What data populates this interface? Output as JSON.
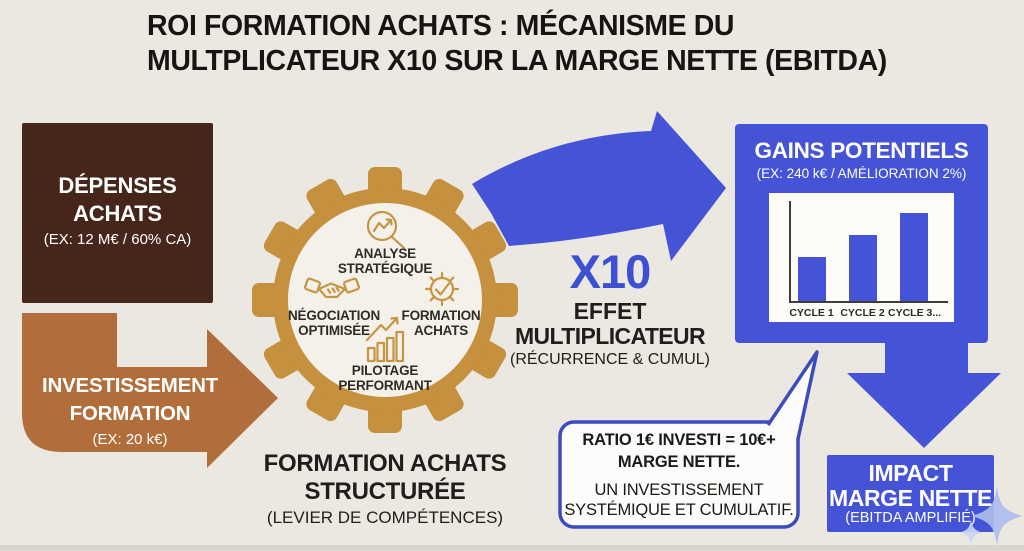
{
  "title": {
    "line1": "ROI FORMATION ACHATS : MÉCANISME DU",
    "line2": "MULTPLICATEUR X10 SUR LA MARGE NETTE (EBITDA)"
  },
  "depenses": {
    "title1": "DÉPENSES",
    "title2": "ACHATS",
    "subtitle": "(EX: 12 M€ / 60% CA)"
  },
  "investissement": {
    "title1": "INVESTISSEMENT",
    "title2": "FORMATION",
    "subtitle": "(EX: 20 k€)"
  },
  "gear": {
    "top": {
      "line1": "ANALYSE",
      "line2": "STRATÉGIQUE"
    },
    "left": {
      "line1": "NÉGOCIATION",
      "line2": "OPTIMISÉE"
    },
    "right": {
      "line1": "FORMATION",
      "line2": "ACHATS"
    },
    "bottom": {
      "line1": "PILOTAGE",
      "line2": "PERFORMANT"
    }
  },
  "formation_caption": {
    "line1": "FORMATION ACHATS",
    "line2": "STRUCTURÉE",
    "subtitle": "(LEVIER DE COMPÉTENCES)"
  },
  "multiplier": {
    "value": "X10",
    "line1": "EFFET",
    "line2": "MULTIPLICATEUR",
    "subtitle": "(RÉCURRENCE & CUMUL)"
  },
  "gains": {
    "title": "GAINS POTENTIELS",
    "subtitle": "(EX: 240 k€ / AMÉLIORATION 2%)"
  },
  "chart_data": {
    "type": "bar",
    "title": "GAINS POTENTIELS",
    "categories": [
      "CYCLE 1",
      "CYCLE 2",
      "CYCLE 3..."
    ],
    "values": [
      45,
      67,
      90
    ],
    "xlabel": "",
    "ylabel": "",
    "ylim": [
      0,
      100
    ],
    "grid": false,
    "legend": false
  },
  "impact": {
    "title1": "IMPACT",
    "title2": "MARGE NETTE",
    "subtitle": "(EBITDA AMPLIFIÉ)"
  },
  "bubble": {
    "bold1": "RATIO 1€ INVESTI = 10€+",
    "bold2": "MARGE NETTE.",
    "text1": "UN INVESTISSEMENT",
    "text2": "SYSTÉMIQUE ET CUMULATIF."
  },
  "icons": {
    "gear_top": "magnifier-trend-icon",
    "gear_left": "handshake-icon",
    "gear_right": "gear-check-icon",
    "gear_bottom": "bar-growth-icon",
    "sparkle": "sparkle-icon"
  },
  "colors": {
    "background": "#ebe8e1",
    "blue": "#4554d6",
    "gold": "#c5913f",
    "gold_icon": "#c69544",
    "dark_brown": "#46261a",
    "arrow_brown": "#b16e3a",
    "bubble_border": "#3b4cc0",
    "text_dark": "#1f1e1b"
  }
}
